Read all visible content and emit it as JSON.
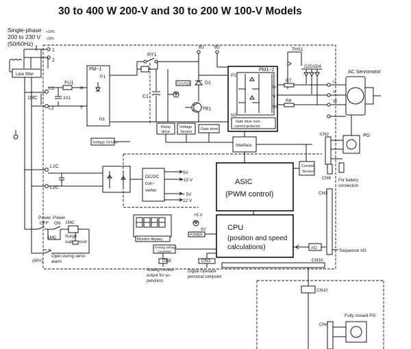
{
  "title": "30 to 400 W 200-V and 30 to 200 W 100-V Models",
  "supply": {
    "line1": "Single-phase",
    "line2": "200 to 230 V",
    "line3": "(50/60Hz)",
    "tol_plus": "+10%",
    "tol_minus": "-15%",
    "t1": "1",
    "t2": "2"
  },
  "blocks": {
    "line_filter": "Line filter",
    "pm1": "PM−1",
    "pm1_p1": "P1",
    "pm1_n1": "N1",
    "pm1_r": "R",
    "pm1_t": "T",
    "ry1": "RY1",
    "b1": "B1",
    "b2": "B2",
    "ths1": "THS1",
    "c1": "C1",
    "charge": "CHARGE",
    "d1": "D1",
    "tr1": "TR1",
    "pm2": "PM1−2",
    "p2": "P2",
    "n2": "N2",
    "r7": "R7",
    "r8": "R8",
    "diodes": "D2D3D4",
    "relay_drive_1": "Relay",
    "relay_drive_2": "drive",
    "voltage_sensor_1": "Voltage",
    "voltage_sensor_2": "Sensor",
    "gate_drive": "Gate drive",
    "gate_prot_1": "Gate drive over−",
    "gate_prot_2": "current protector",
    "voltage_sensor_b": "Voltage Sensor",
    "interface": "Interface",
    "current_sensor_1": "Current",
    "current_sensor_2": "Sensor",
    "dcdc_1": "DC/DC",
    "dcdc_2": "con−",
    "dcdc_3": "verter",
    "v5a": "5V",
    "v15": "+15 V",
    "v5b": "+ 5V",
    "v12": "12 V",
    "asic_1": "ASIC",
    "asic_2": "(PWM control)",
    "cpu_1": "CPU",
    "cpu_2": "(position and speed",
    "cpu_3": "calculations)",
    "monitor_display": "Monitor display",
    "analog_conv_1": "Analog voltage",
    "analog_conv_2": "converter",
    "power_led": "POWER",
    "led_v": "+5 V",
    "led_0v": "0V",
    "io": "I/O",
    "cn5": "CN5",
    "cn3": "CN3",
    "cn10": "CN10",
    "cn1": "CN1",
    "cn2": "CN2",
    "cn8": "CN8",
    "cn4": "CN4",
    "cn10b": "CN10",
    "servomotor": "AC Servomotor",
    "pg": "PG",
    "battery_1": "For battery",
    "battery_2": "connection",
    "sequence_io": "Sequence I/O",
    "fully_closed_pg": "Fully closed PG",
    "fu1": "FU1",
    "xx1": "XX1",
    "mc1": "1MC",
    "l1": "L1",
    "l2": "L2",
    "l1c": "L1C",
    "l2c": "L2C",
    "u": "U",
    "v": "V",
    "w": "W",
    "uu": "U",
    "vv": "V",
    "ww": "W"
  },
  "power_circuit": {
    "off_1": "Power",
    "off_2": "OFF",
    "on_1": "Power",
    "on_2": "ON",
    "mc_top": "1MC",
    "mc_bot": "1MC",
    "surge_1": "Surge",
    "surge_2": "suppressor",
    "open_1": "Open during servo",
    "open_2": "alarm",
    "ry5": "(5RY)"
  },
  "notes": {
    "analog_1": "Analog monitor",
    "analog_2": "output for su−",
    "analog_3": "pervision",
    "digital_1": "Digital Operator",
    "digital_2": "personal computer"
  }
}
